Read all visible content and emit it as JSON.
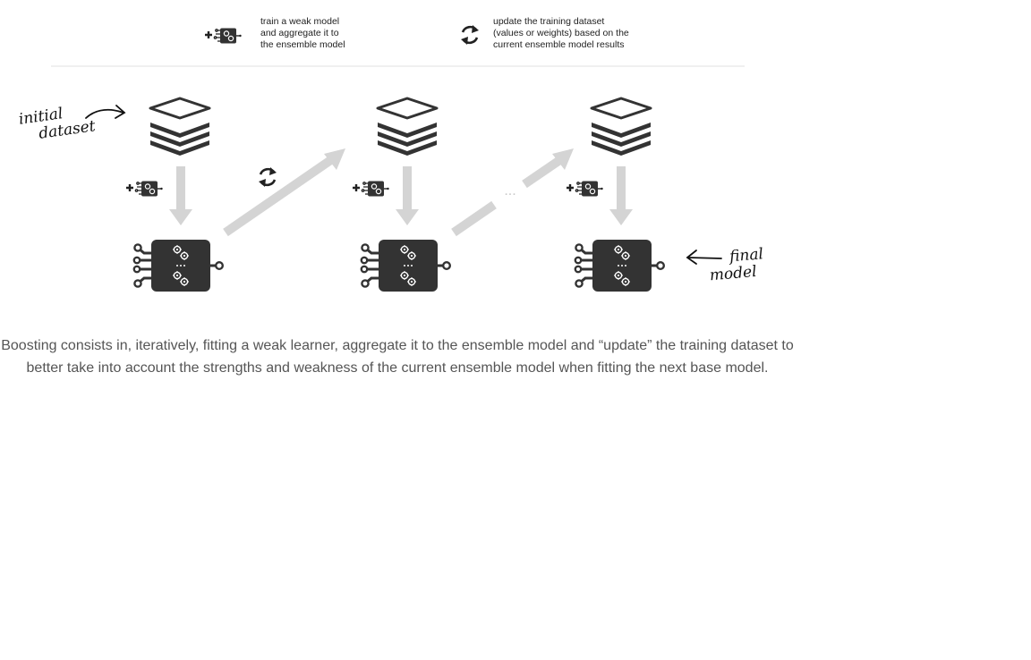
{
  "legend": {
    "train": {
      "icon": "add-weak-model-icon",
      "lines": [
        "train a weak model",
        "and aggregate it to",
        "the ensemble model"
      ]
    },
    "update": {
      "icon": "refresh-cycle-icon",
      "lines": [
        "update the training dataset",
        "(values or weights) based on the",
        "current ensemble model results"
      ]
    }
  },
  "annotations": {
    "initial": [
      "initial",
      "dataset"
    ],
    "final": [
      "final",
      "model"
    ],
    "ellipsis": "..."
  },
  "stages": [
    {
      "dataset_icon": "stacked-layers-icon",
      "step_icon": "add-weak-model-icon",
      "model_icon": "ensemble-model-icon"
    },
    {
      "dataset_icon": "stacked-layers-icon",
      "step_icon": "add-weak-model-icon",
      "model_icon": "ensemble-model-icon"
    },
    {
      "dataset_icon": "stacked-layers-icon",
      "step_icon": "add-weak-model-icon",
      "model_icon": "ensemble-model-icon"
    }
  ],
  "caption": "Boosting consists in, iteratively, fitting a weak learner, aggregate it to the ensemble model and “update” the training dataset to better take into account the strengths and weakness of the current ensemble model when fitting the next base model.",
  "colors": {
    "dark": "#333333",
    "arrow": "#d4d4d4",
    "caption": "#555555"
  }
}
